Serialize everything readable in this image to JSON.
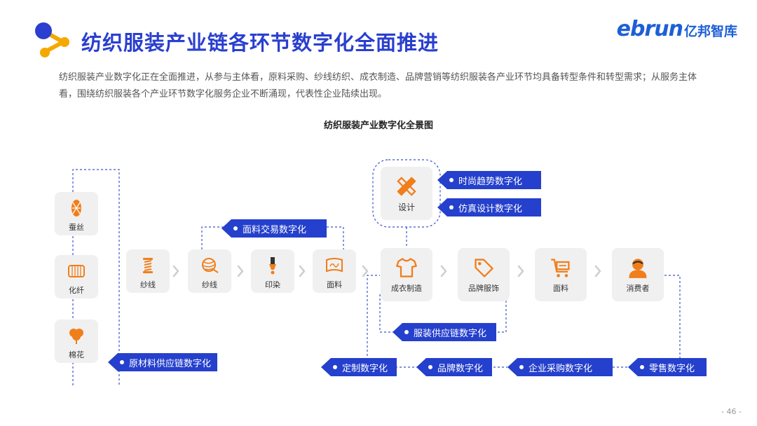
{
  "header": {
    "title": "纺织服装产业链各环节数字化全面推进",
    "brand_en": "ebrun",
    "brand_cn": "亿邦智库"
  },
  "intro": "纺织服装产业数字化正在全面推进，从参与主体看，原料采购、纱线纺织、成衣制造、品牌营销等纺织服装各产业环节均具备转型条件和转型需求；从服务主体看，围绕纺织服装各个产业环节数字化服务企业不断涌现，代表性企业陆续出现。",
  "diagram": {
    "title": "纺织服装产业数字化全景图",
    "nodes": {
      "silk": "蚕丝",
      "fiber": "化纤",
      "cotton": "棉花",
      "yarn1": "纱线",
      "yarn2": "纱线",
      "dyeing": "印染",
      "fabric1": "面料",
      "design": "设计",
      "garment": "成衣制造",
      "brand": "品牌服饰",
      "fabric2": "面料",
      "consumer": "消费者"
    },
    "tags": {
      "fashion_trend": "时尚趋势数字化",
      "sim_design": "仿真设计数字化",
      "fabric_trade": "面料交易数字化",
      "apparel_supply": "服装供应链数字化",
      "raw_supply": "原材料供应链数字化",
      "custom": "定制数字化",
      "brand_digital": "品牌数字化",
      "procurement": "企业采购数字化",
      "retail": "零售数字化"
    }
  },
  "colors": {
    "title_blue": "#2a3fcf",
    "tag_blue": "#2540cc",
    "icon_orange": "#f07e1b",
    "dash_blue": "#3a55cc",
    "node_bg": "#f0f0f0"
  },
  "page_number": "- 46 -"
}
